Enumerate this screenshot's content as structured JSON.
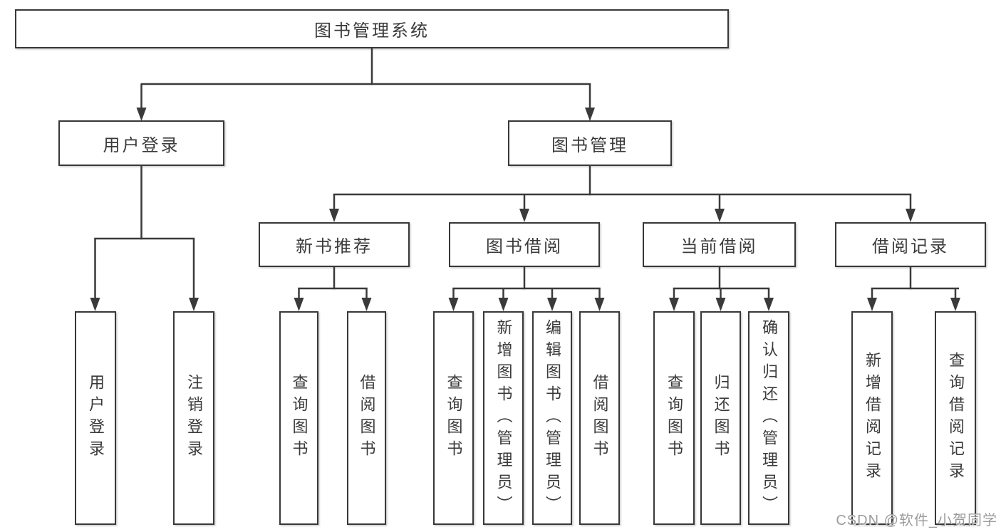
{
  "diagram": {
    "title": "图书管理系统",
    "tree": {
      "label": "图书管理系统",
      "children": [
        {
          "label": "用户登录",
          "children": [
            {
              "label": "用户登录"
            },
            {
              "label": "注销登录"
            }
          ]
        },
        {
          "label": "图书管理",
          "children": [
            {
              "label": "新书推荐",
              "children": [
                {
                  "label": "查询图书"
                },
                {
                  "label": "借阅图书"
                }
              ]
            },
            {
              "label": "图书借阅",
              "children": [
                {
                  "label": "查询图书"
                },
                {
                  "label": "新增图书（管理员）"
                },
                {
                  "label": "编辑图书（管理员）"
                },
                {
                  "label": "借阅图书"
                }
              ]
            },
            {
              "label": "当前借阅",
              "children": [
                {
                  "label": "查询图书"
                },
                {
                  "label": "归还图书"
                },
                {
                  "label": "确认归还（管理员）"
                }
              ]
            },
            {
              "label": "借阅记录",
              "children": [
                {
                  "label": "新增借阅记录"
                },
                {
                  "label": "查询借阅记录"
                }
              ]
            }
          ]
        }
      ]
    },
    "colors": {
      "background": "#ffffff",
      "line": "#3a3a3a",
      "box_border": "#383838",
      "box_fill": "#ffffff",
      "text": "#3a3a3a",
      "watermark": "#9c9c9c"
    },
    "watermark": "CSDN @软件_小贺同学"
  }
}
